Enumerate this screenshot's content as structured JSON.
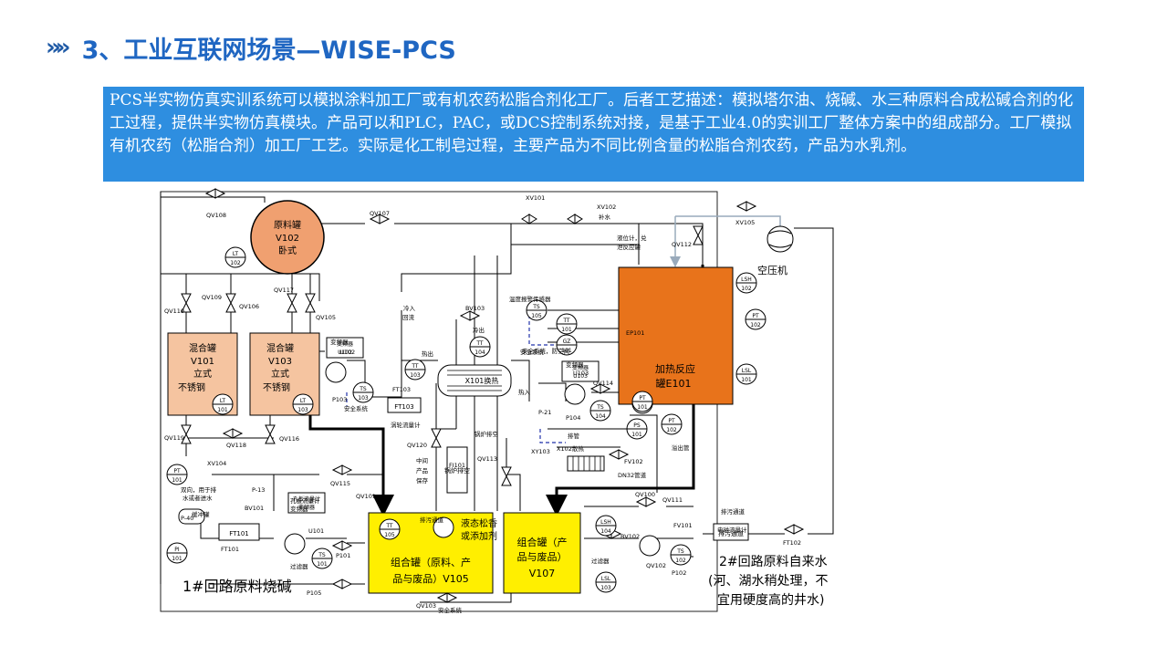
{
  "header": {
    "chevron": "»»",
    "title": "3、工业互联网场景—WISE-PCS"
  },
  "description": "PCS半实物仿真实训系统可以模拟涂料加工厂或有机农药松脂合剂化工厂。后者工艺描述：模拟塔尔油、烧碱、水三种原料合成松碱合剂的化工过程，提供半实物仿真模块。产品可以和PLC，PAC，或DCS控制系统对接，是基于工业4.0的实训工厂整体方案中的组成部分。工厂模拟有机农药（松脂合剂）加工厂工艺。实际是化工制皂过程，主要产品为不同比例含量的松脂合剂农药，产品为水乳剂。",
  "colors": {
    "title": "#1f66c2",
    "desc_bg": "#2e8ee0",
    "tank": "#f5c4a0",
    "reactor": "#e8731b",
    "yellow": "#ffef00",
    "raw_tank": "#f0a070"
  },
  "diagram": {
    "raw_tank": {
      "l1": "原料罐",
      "l2": "V102",
      "l3": "卧式"
    },
    "mix_v101": {
      "l1": "混合罐",
      "l2": "V101",
      "l3": "立式",
      "l4": "不锈钢"
    },
    "mix_v103": {
      "l1": "混合罐",
      "l2": "V103",
      "l3": "立式",
      "l4": "不锈钢"
    },
    "reactor": {
      "l1": "加热反应",
      "l2": "罐E101"
    },
    "v105": {
      "l1": "组合罐（原料、产",
      "l2": "品与废品）V105"
    },
    "v107": {
      "l1": "组合罐（产",
      "l2": "品与废品）",
      "l3": "V107"
    },
    "additive": {
      "l1": "液态松香",
      "l2": "或添加剂"
    },
    "exchanger": "X101换热",
    "compressor": "空压机",
    "loop1": "1#回路原料烧碱",
    "loop2": {
      "l1": "2#回路原料自来水",
      "l2": "(河、湖水稍处理，不",
      "l3": "宜用硬度高的井水)"
    },
    "instruments": [
      {
        "tag": "LT",
        "num": "102"
      },
      {
        "tag": "LT",
        "num": "101"
      },
      {
        "tag": "LT",
        "num": "103"
      },
      {
        "tag": "TS",
        "num": "103"
      },
      {
        "tag": "TT",
        "num": "103"
      },
      {
        "tag": "TS",
        "num": "105"
      },
      {
        "tag": "TT",
        "num": "101"
      },
      {
        "tag": "GZ",
        "num": "101"
      },
      {
        "tag": "TT",
        "num": "104"
      },
      {
        "tag": "LSH",
        "num": "102"
      },
      {
        "tag": "PT",
        "num": "102"
      },
      {
        "tag": "LSL",
        "num": "101"
      },
      {
        "tag": "LT",
        "num": "102"
      },
      {
        "tag": "PT",
        "num": "102"
      },
      {
        "tag": "TS",
        "num": "104"
      },
      {
        "tag": "PS",
        "num": "101"
      },
      {
        "tag": "PT",
        "num": "101"
      },
      {
        "tag": "PI",
        "num": "101"
      },
      {
        "tag": "TS",
        "num": "102"
      },
      {
        "tag": "TT",
        "num": "105"
      },
      {
        "tag": "LSH",
        "num": "104"
      },
      {
        "tag": "LSL",
        "num": "103"
      },
      {
        "tag": "TS",
        "num": "101"
      },
      {
        "tag": "PT",
        "num": "101"
      }
    ],
    "labels": [
      "QV108",
      "QV107",
      "XV101",
      "XV102",
      "补水",
      "XV105",
      "QV112",
      "液位计，兑",
      "泄反应罐",
      "QV110",
      "QV109",
      "QV106",
      "QV117",
      "QV105",
      "变频器",
      "U102",
      "P103",
      "安全系统",
      "FT103",
      "涡轮流量计",
      "冷入",
      "回流",
      "BV103",
      "冷出",
      "热出",
      "热入",
      "温度报警传感器",
      "EP101",
      "安全系统",
      "变频器",
      "U103",
      "QV114",
      "P104",
      "P-21",
      "FV102",
      "XY103",
      "X102散热",
      "DN32管道",
      "溢出管",
      "QV119",
      "QV118",
      "QV116",
      "QV120",
      "中间",
      "产品",
      "保存",
      "FI101",
      "锅炉排空",
      "QV113",
      "XV104",
      "P-13",
      "BV101",
      "双向，用于排",
      "水或者进水",
      "P-40",
      "缓冲罐",
      "FT101",
      "孔板流量计",
      "变频器",
      "U101",
      "过滤器",
      "P101",
      "QV115",
      "QV101",
      "排污通道",
      "P105",
      "QV100",
      "QV111",
      "排污通道",
      "电磁流量计",
      "FT102",
      "FV101",
      "BV102",
      "过滤器",
      "QV102",
      "P102",
      "安全系统",
      "QV103",
      "排管",
      "安全系统，防空阀",
      "安全系统"
    ]
  }
}
